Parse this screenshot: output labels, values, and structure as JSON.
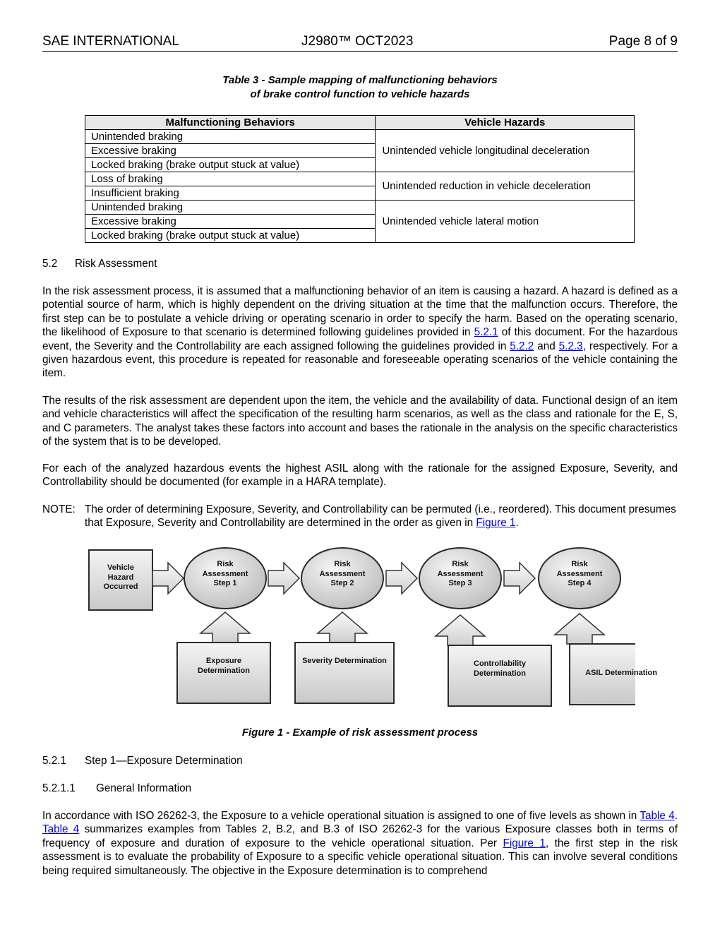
{
  "header": {
    "left": "SAE INTERNATIONAL",
    "center": "J2980™ OCT2023",
    "right": "Page 8 of 9"
  },
  "table3": {
    "caption_line1": "Table 3 - Sample mapping of malfunctioning behaviors",
    "caption_line2": "of brake control function to vehicle hazards",
    "col1": "Malfunctioning Behaviors",
    "col2": "Vehicle Hazards",
    "groups": [
      {
        "hazard": "Unintended vehicle longitudinal deceleration",
        "behaviors": [
          "Unintended braking",
          "Excessive braking",
          "Locked braking (brake output stuck at value)"
        ]
      },
      {
        "hazard": "Unintended reduction in vehicle deceleration",
        "behaviors": [
          "Loss of braking",
          "Insufficient braking"
        ]
      },
      {
        "hazard": "Unintended vehicle lateral motion",
        "behaviors": [
          "Unintended braking",
          "Excessive braking",
          "Locked braking (brake output stuck at value)"
        ]
      }
    ]
  },
  "section_5_2": {
    "num": "5.2",
    "title": "Risk Assessment"
  },
  "para1": {
    "a": "In the risk assessment process, it is assumed that a malfunctioning behavior of an item is causing a hazard. A hazard is defined as a potential source of harm, which is highly dependent on the driving situation at the time that the malfunction occurs. Therefore, the first step can be to postulate a vehicle driving or operating scenario in order to specify the harm. Based on the operating scenario, the likelihood of Exposure to that scenario is determined following guidelines provided in ",
    "link1": "5.2.1",
    "b": " of this document. For the hazardous event, the Severity and the Controllability are each assigned following the guidelines provided in ",
    "link2": "5.2.2",
    "c": " and ",
    "link3": "5.2.3",
    "d": ", respectively. For a given hazardous event, this procedure is repeated for reasonable and foreseeable operating scenarios of the vehicle containing the item."
  },
  "para2": "The results of the risk assessment are dependent upon the item, the vehicle and the availability of data. Functional design of an item and vehicle characteristics will affect the specification of the resulting harm scenarios, as well as the class and rationale for the E, S, and C parameters. The analyst takes these factors into account and bases the rationale in the analysis on the specific characteristics of the system that is to be developed.",
  "para3": "For each of the analyzed hazardous events the highest ASIL along with the rationale for the assigned Exposure, Severity, and Controllability should be documented (for example in a HARA template).",
  "note": {
    "label": "NOTE:",
    "a": "The order of determining Exposure, Severity, and Controllability can be permuted (i.e., reordered). This document presumes that Exposure, Severity and Controllability are determined in the order as given in ",
    "link": "Figure 1",
    "b": "."
  },
  "figure1": {
    "start": "Vehicle Hazard Occurred",
    "steps": [
      "Risk Assessment Step 1",
      "Risk Assessment Step 2",
      "Risk Assessment Step 3",
      "Risk Assessment Step 4"
    ],
    "inputs": [
      "Exposure Determination",
      "Severity Determination",
      "Controllability Determination",
      "ASIL Determination"
    ],
    "caption": "Figure 1 - Example of risk assessment process"
  },
  "section_5_2_1": {
    "num": "5.2.1",
    "title": "Step 1—Exposure Determination"
  },
  "section_5_2_1_1": {
    "num": "5.2.1.1",
    "title": "General Information"
  },
  "para4": {
    "a": "In accordance with ISO 26262-3, the Exposure to a vehicle operational situation is assigned to one of five levels as shown in ",
    "link1": "Table 4",
    "b": ". ",
    "link2": "Table 4",
    "c": " summarizes examples from Tables 2, B.2, and B.3 of ISO 26262-3 for the various Exposure classes both in terms of frequency of exposure and duration of exposure to the vehicle operational situation. Per ",
    "link3": "Figure 1",
    "d": ", the first step in the risk assessment is to evaluate the probability of Exposure to a specific vehicle operational situation. This can involve several conditions being required simultaneously. The objective in the Exposure determination is to comprehend"
  }
}
